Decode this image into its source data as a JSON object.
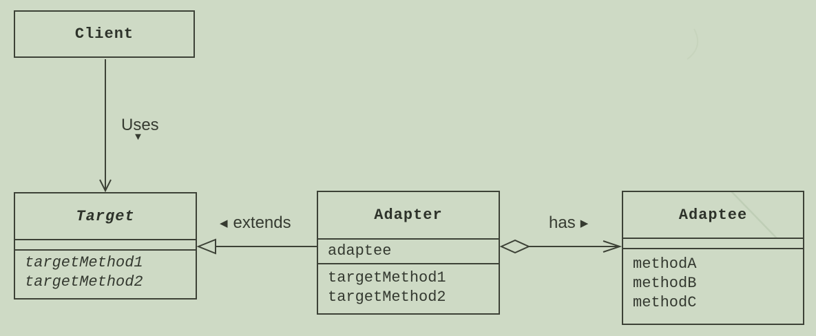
{
  "colors": {
    "background": "#cedac5",
    "line": "#3c4136",
    "text": "#2d322a"
  },
  "classes": {
    "client": {
      "name": "Client"
    },
    "target": {
      "name": "Target",
      "fields": [],
      "methods": [
        "targetMethod1",
        "targetMethod2"
      ]
    },
    "adapter": {
      "name": "Adapter",
      "fields": [
        "adaptee"
      ],
      "methods": [
        "targetMethod1",
        "targetMethod2"
      ]
    },
    "adaptee": {
      "name": "Adaptee",
      "fields": [],
      "methods": [
        "methodA",
        "methodB",
        "methodC"
      ]
    }
  },
  "relationships": {
    "uses": {
      "label": "Uses",
      "icon": "▼"
    },
    "extends": {
      "label": "extends",
      "icon": "◀"
    },
    "has": {
      "label": "has",
      "icon": "▶"
    }
  }
}
